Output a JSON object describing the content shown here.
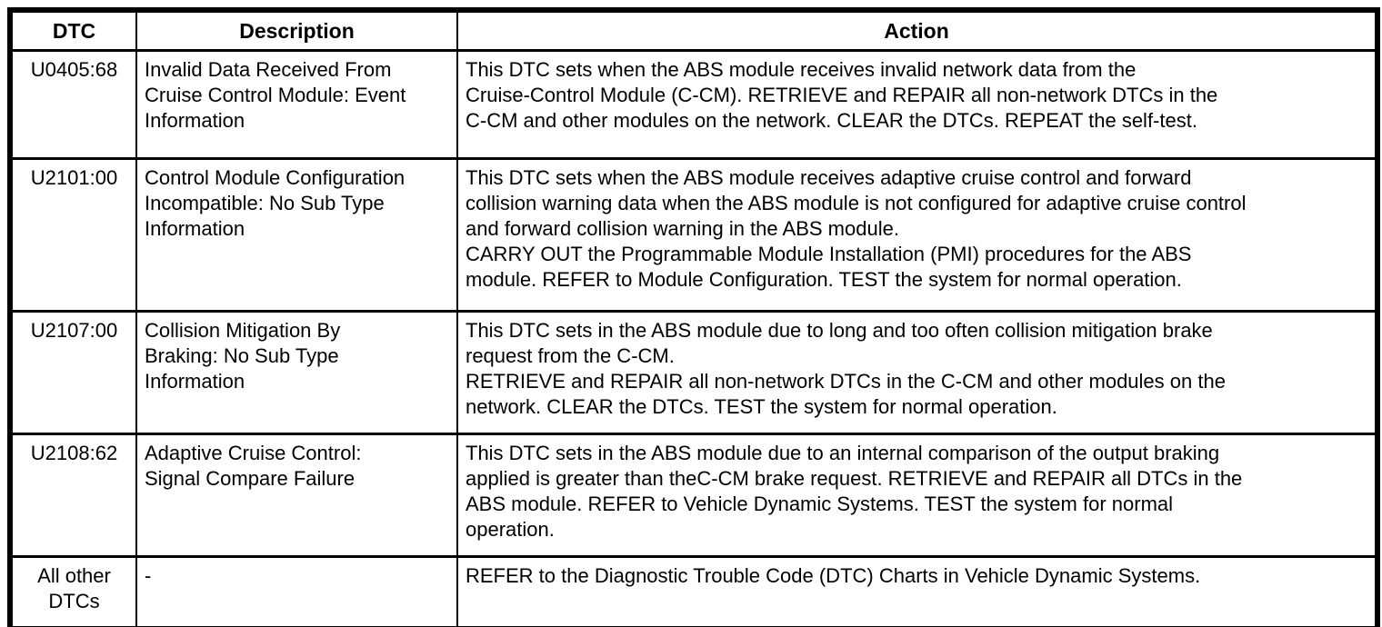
{
  "table": {
    "colors": {
      "border": "#000000",
      "text": "#000000",
      "background": "#ffffff"
    },
    "columns": [
      {
        "key": "dtc",
        "label": "DTC"
      },
      {
        "key": "description",
        "label": "Description"
      },
      {
        "key": "action",
        "label": "Action"
      }
    ],
    "rows": [
      {
        "dtc": "U0405:68",
        "description": "Invalid Data Received From\nCruise Control Module: Event\nInformation",
        "action": "This DTC sets when the ABS module receives invalid network data from the\nCruise-Control Module (C-CM). RETRIEVE and REPAIR all non-network DTCs in the\nC-CM and other modules on the network. CLEAR the DTCs. REPEAT the self-test."
      },
      {
        "dtc": "U2101:00",
        "description": "Control Module Configuration\nIncompatible: No Sub Type\nInformation",
        "action": "This DTC sets when the ABS module receives adaptive cruise control and forward\ncollision warning data when the ABS module is not configured for adaptive cruise control\nand forward collision warning in the ABS module.\nCARRY OUT the Programmable Module Installation (PMI) procedures for the ABS\nmodule. REFER to Module Configuration. TEST the system for normal operation."
      },
      {
        "dtc": "U2107:00",
        "description": "Collision Mitigation By\nBraking: No Sub Type\nInformation",
        "action": "This DTC sets in the ABS module due to long and too often collision mitigation brake\nrequest from the C-CM.\nRETRIEVE and REPAIR all non-network DTCs in the C-CM and other modules on the\nnetwork. CLEAR the DTCs. TEST the system for normal operation."
      },
      {
        "dtc": "U2108:62",
        "description": "Adaptive Cruise Control:\nSignal Compare Failure",
        "action": "This DTC sets in the ABS module due to an internal comparison of the output braking\napplied is greater than theC-CM brake request. RETRIEVE and REPAIR all DTCs in the\nABS module. REFER to Vehicle Dynamic Systems. TEST the system for normal\noperation."
      },
      {
        "dtc": "All other\nDTCs",
        "description": "-",
        "action": "REFER to the Diagnostic Trouble Code (DTC) Charts in Vehicle Dynamic Systems."
      }
    ]
  }
}
